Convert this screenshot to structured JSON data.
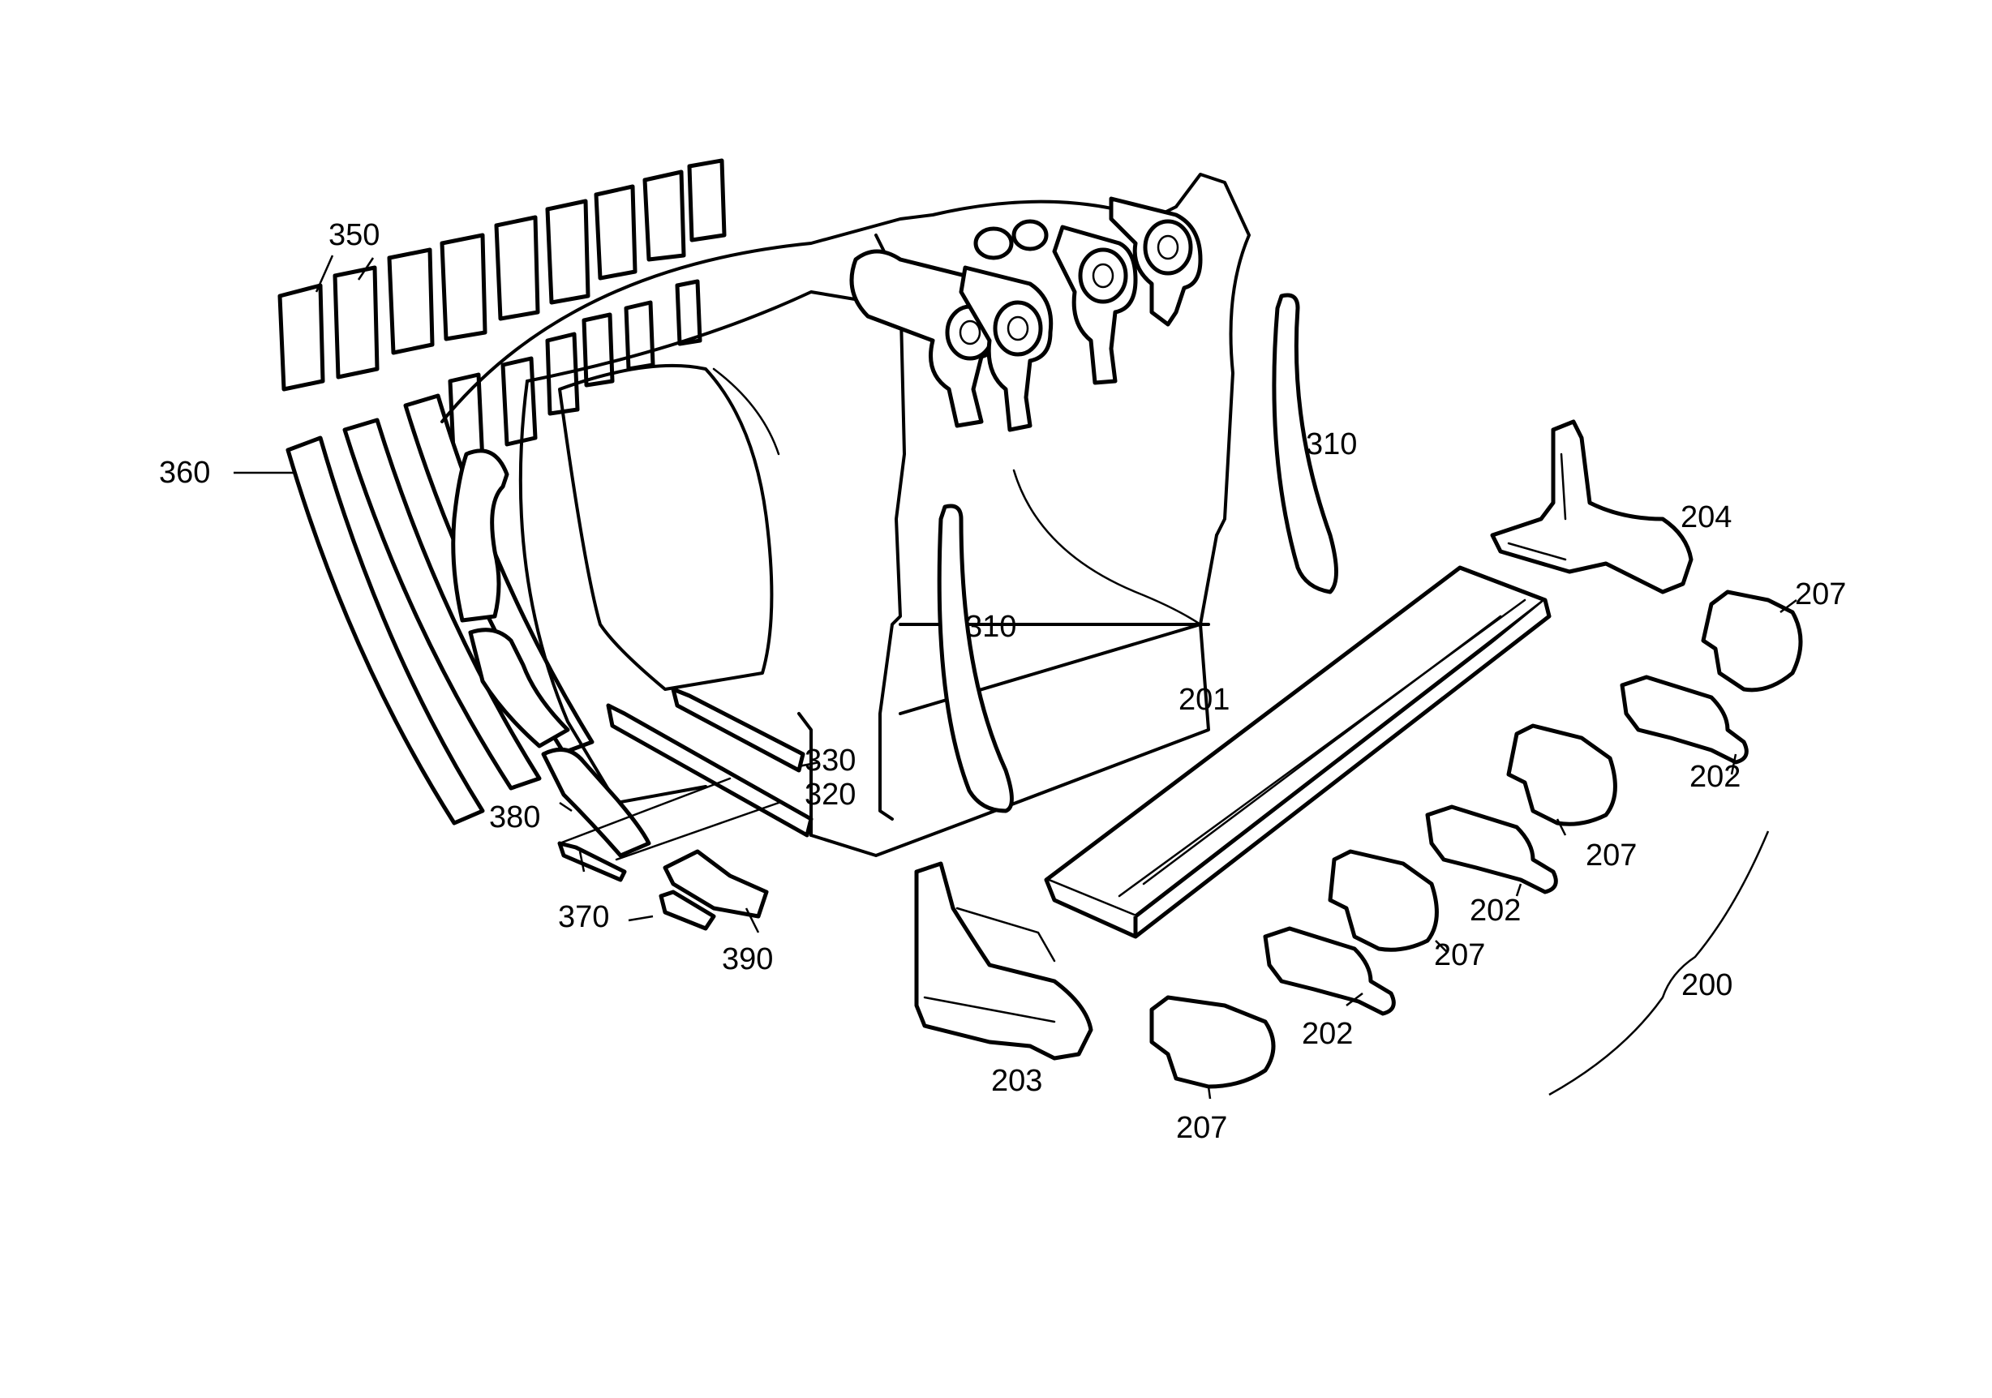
{
  "figure": {
    "labels": [
      {
        "id": "350",
        "text": "350"
      },
      {
        "id": "360",
        "text": "360"
      },
      {
        "id": "310a",
        "text": "310"
      },
      {
        "id": "310b",
        "text": "310"
      },
      {
        "id": "204",
        "text": "204"
      },
      {
        "id": "207a",
        "text": "207"
      },
      {
        "id": "201",
        "text": "201"
      },
      {
        "id": "330",
        "text": "330"
      },
      {
        "id": "320",
        "text": "320"
      },
      {
        "id": "380",
        "text": "380"
      },
      {
        "id": "202a",
        "text": "202"
      },
      {
        "id": "207b",
        "text": "207"
      },
      {
        "id": "202b",
        "text": "202"
      },
      {
        "id": "370",
        "text": "370"
      },
      {
        "id": "390",
        "text": "390"
      },
      {
        "id": "207c",
        "text": "207"
      },
      {
        "id": "200",
        "text": "200"
      },
      {
        "id": "202c",
        "text": "202"
      },
      {
        "id": "203",
        "text": "203"
      },
      {
        "id": "207d",
        "text": "207"
      }
    ]
  }
}
